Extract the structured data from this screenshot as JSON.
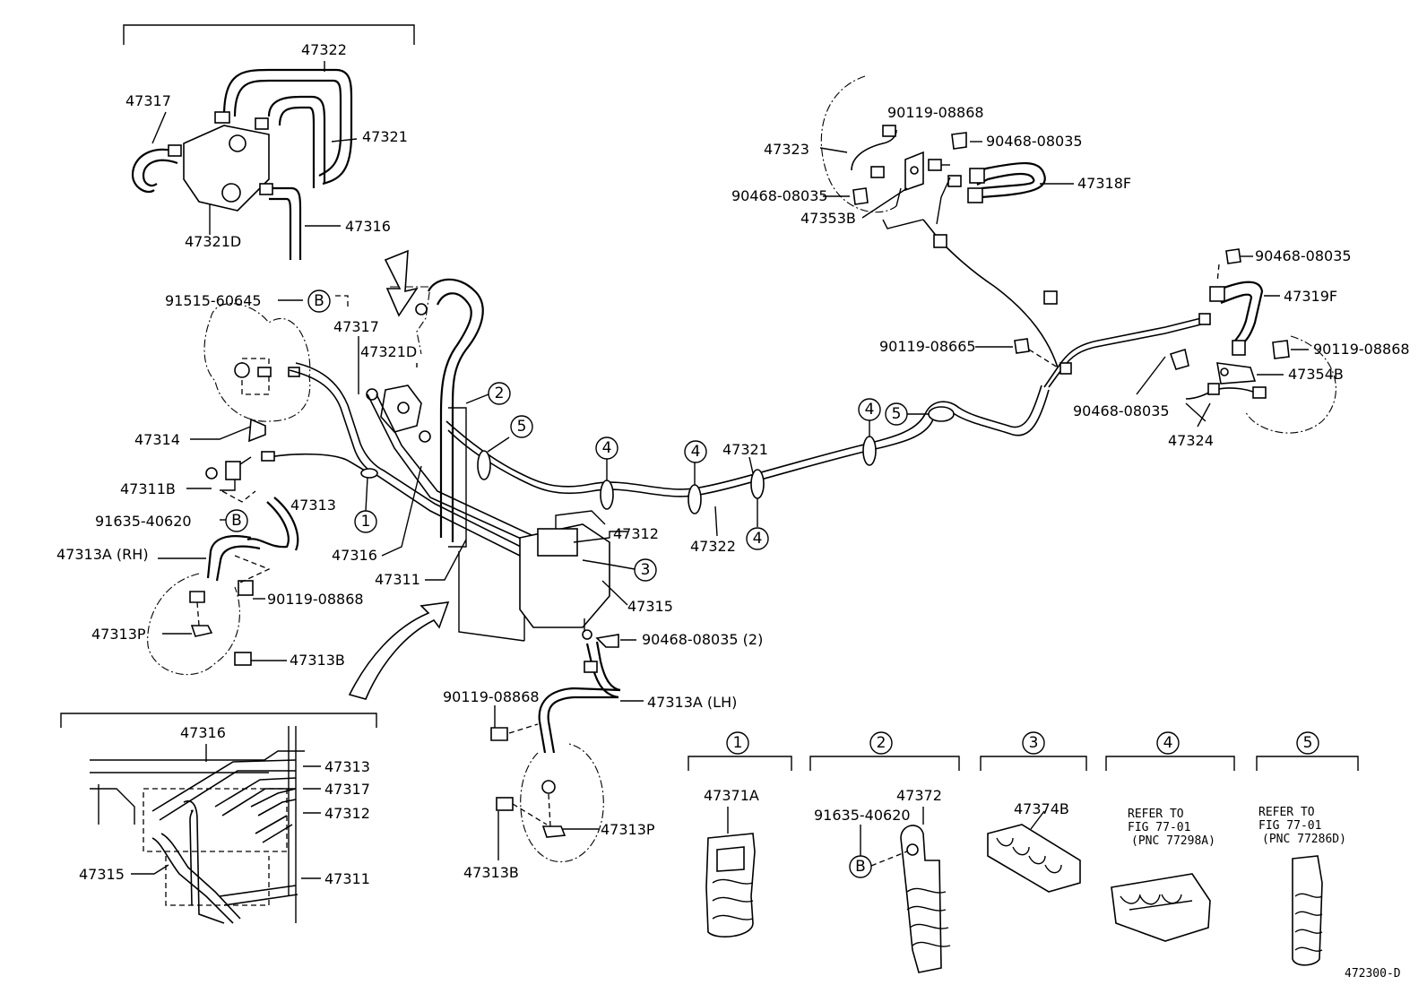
{
  "labels": {
    "p47322_top": "47322",
    "p47317_top": "47317",
    "p47321_top": "47321",
    "p47321D_top": "47321D",
    "p47316_top": "47316",
    "p91515": "91515-60645",
    "p47317_mid": "47317",
    "p47321D_mid": "47321D",
    "p47314": "47314",
    "p47311B": "47311B",
    "p47313": "47313",
    "p91635_left": "91635-40620",
    "p47313A_RH": "47313A (RH)",
    "p90119_left": "90119-08868",
    "p47313P_left": "47313P",
    "p47313B_left": "47313B",
    "p47316_mid": "47316",
    "p47311_mid": "47311",
    "p47312_mid": "47312",
    "p47315_mid": "47315",
    "p90468_2": "90468-08035 (2)",
    "p90119_center": "90119-08868",
    "p47313A_LH": "47313A (LH)",
    "p47313P_center": "47313P",
    "p47313B_center": "47313B",
    "p47321_mid": "47321",
    "p47322_mid": "47322",
    "p90119_08868_tr": "90119-08868",
    "p47323": "47323",
    "p90468_tr1": "90468-08035",
    "p47318F": "47318F",
    "p90468_tr2": "90468-08035",
    "p47353B": "47353B",
    "p90468_r1": "90468-08035",
    "p47319F": "47319F",
    "p90119_08665": "90119-08665",
    "p90119_08868_r": "90119-08868",
    "p47354B": "47354B",
    "p90468_r2": "90468-08035",
    "p47324": "47324",
    "p47316_inset": "47316",
    "p47313_inset": "47313",
    "p47317_inset": "47317",
    "p47312_inset": "47312",
    "p47315_inset": "47315",
    "p47311_inset": "47311",
    "c1_part": "47371A",
    "c2_bolt": "91635-40620",
    "c2_part": "47372",
    "c3_part": "47374B",
    "c4_ref1": "REFER TO",
    "c4_ref2": "FIG 77-01",
    "c4_ref3": "(PNC 77298A)",
    "c5_ref1": "REFER TO",
    "c5_ref2": "FIG 77-01",
    "c5_ref3": "(PNC 77286D)",
    "fig_id": "472300-D"
  },
  "callouts": {
    "b": "B",
    "n1": "1",
    "n2": "2",
    "n3": "3",
    "n4": "4",
    "n5": "5"
  }
}
